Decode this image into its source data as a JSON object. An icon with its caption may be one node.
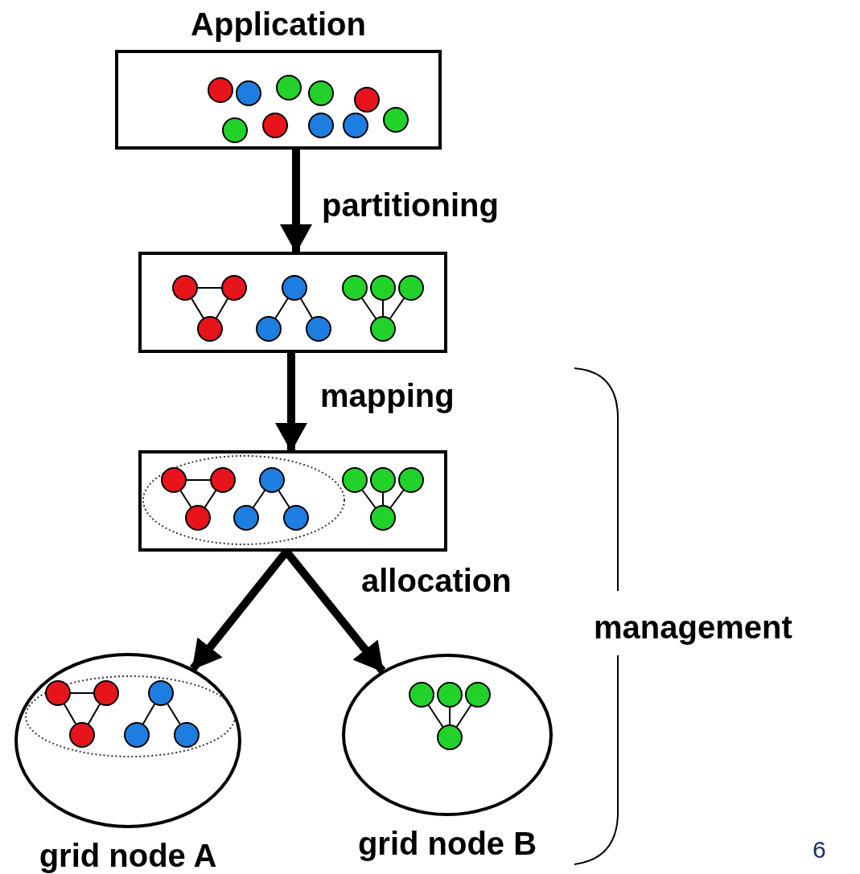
{
  "diagram": {
    "nodes": [
      {
        "text": [
          "Application"
        ]
      },
      {
        "text": [],
        "shape": "box"
      },
      {
        "text": [],
        "shape": "box"
      },
      {
        "text": [
          "grid node A"
        ]
      },
      {
        "text": [
          "grid node B"
        ]
      }
    ],
    "edges": [
      {
        "from": 0,
        "to": 1,
        "arrow": "to",
        "label": "partitioning"
      },
      {
        "from": 1,
        "to": 2,
        "arrow": "to",
        "label": "mapping"
      },
      {
        "from": 2,
        "to": 3,
        "arrow": "to"
      },
      {
        "from": 2,
        "to": 4,
        "arrow": "to",
        "label": "allocation"
      }
    ],
    "labels": [
      "management",
      "6"
    ]
  }
}
